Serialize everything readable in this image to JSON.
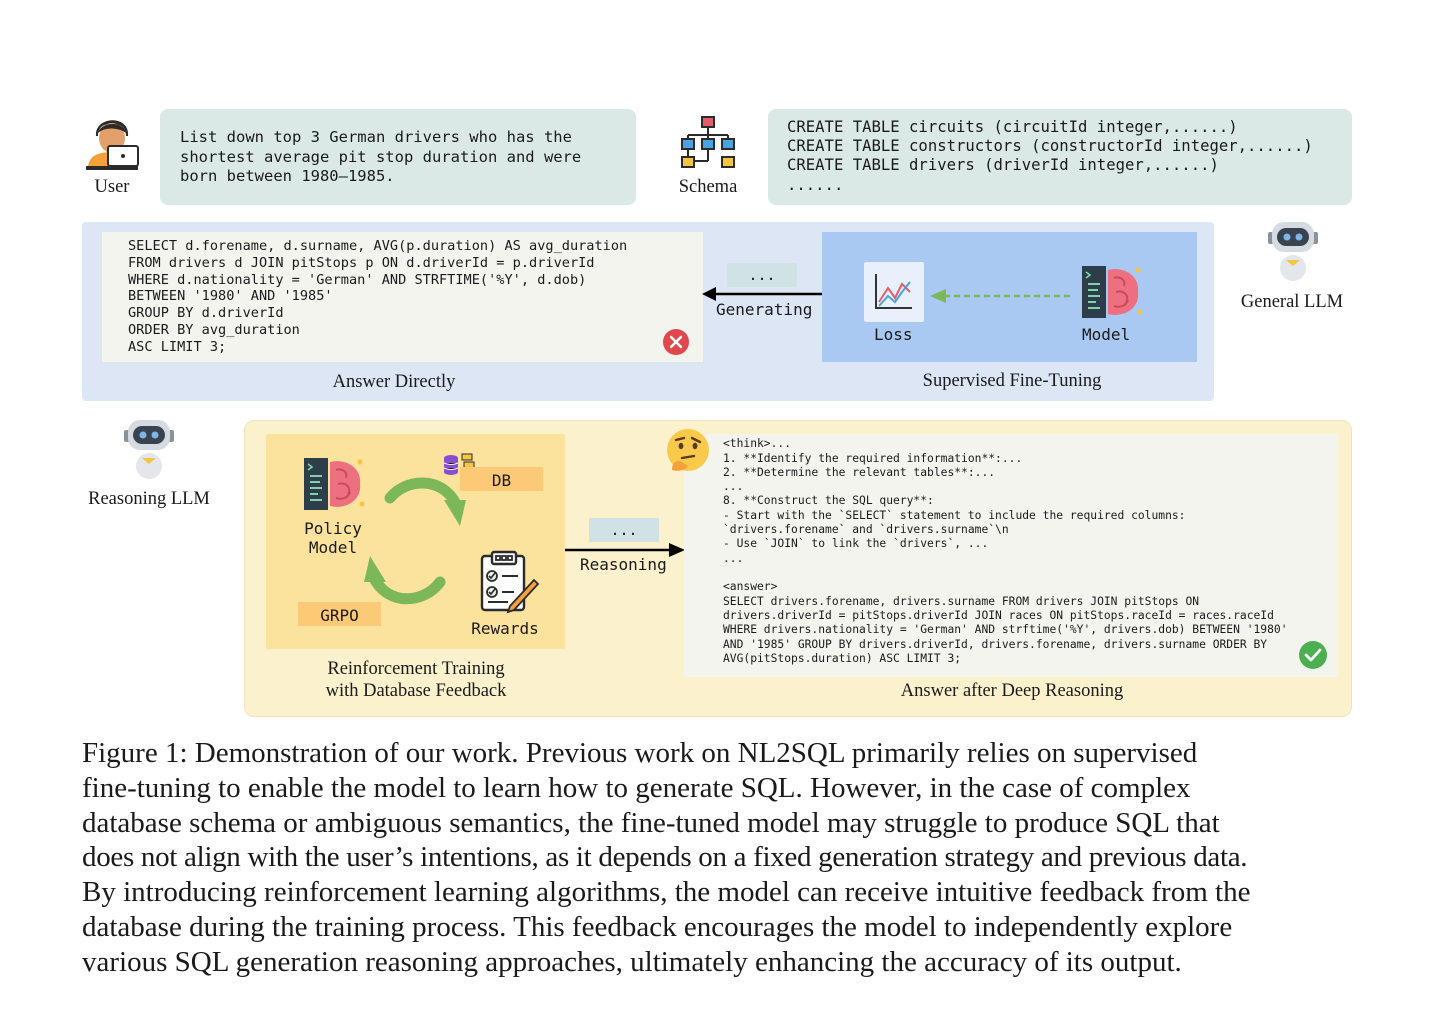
{
  "top": {
    "user_label": "User",
    "user_query": [
      "List down top 3 German drivers who has the",
      "shortest average pit stop duration and were",
      "born between 1980–1985."
    ],
    "schema_label": "Schema",
    "schema_lines": [
      "CREATE TABLE circuits (circuitId integer,......)",
      "CREATE TABLE constructors (constructorId integer,......)",
      "CREATE TABLE drivers (driverId integer,......)",
      "......"
    ]
  },
  "general": {
    "llm_label": "General LLM",
    "sql_lines": [
      "SELECT d.forename, d.surname, AVG(p.duration) AS avg_duration",
      "FROM drivers d JOIN pitStops p ON d.driverId = p.driverId",
      "WHERE d.nationality = 'German' AND STRFTIME('%Y', d.dob)",
      "BETWEEN '1980' AND '1985'",
      "GROUP BY d.driverId",
      "ORDER BY avg_duration",
      "ASC LIMIT 3;"
    ],
    "ellipsis": "...",
    "generating_label": "Generating",
    "loss_label": "Loss",
    "model_label": "Model",
    "answer_directly_label": "Answer Directly",
    "sft_label": "Supervised Fine-Tuning"
  },
  "reasoning": {
    "llm_label": "Reasoning LLM",
    "policy_model_label": [
      "Policy",
      "Model"
    ],
    "db_label": "DB",
    "grpo_label": "GRPO",
    "rewards_label": "Rewards",
    "ellipsis": "...",
    "reasoning_label": "Reasoning",
    "rl_caption": [
      "Reinforcement Training",
      "with Database Feedback"
    ],
    "answer_caption": "Answer after Deep Reasoning",
    "think_lines": [
      "<think>...",
      "1. **Identify the required information**:...",
      "2. **Determine the relevant tables**:...",
      "...",
      "8. **Construct the SQL query**:",
      "- Start with the `SELECT` statement to include the required columns:",
      "`drivers.forename` and `drivers.surname`\\n",
      "- Use `JOIN` to link the `drivers`, ...",
      "...",
      "",
      "<answer>",
      "SELECT drivers.forename, drivers.surname FROM drivers JOIN pitStops ON",
      "drivers.driverId = pitStops.driverId JOIN races ON pitStops.raceId = races.raceId",
      "WHERE drivers.nationality = 'German' AND strftime('%Y', drivers.dob) BETWEEN '1980'",
      "AND '1985' GROUP BY drivers.driverId, drivers.forename, drivers.surname ORDER BY",
      "AVG(pitStops.duration) ASC LIMIT 3;"
    ]
  },
  "caption_lines": [
    "Figure 1: Demonstration of our work. Previous work on NL2SQL primarily relies on supervised",
    "fine-tuning to enable the model to learn how to generate SQL. However, in the case of complex",
    "database schema or ambiguous semantics, the fine-tuned model may struggle to produce SQL that",
    "does not align with the user’s intentions, as it depends on a fixed generation strategy and previous data.",
    "By introducing reinforcement learning algorithms, the model can receive intuitive feedback from the",
    "database during the training process. This feedback encourages the model to independently explore",
    "various SQL generation reasoning approaches, ultimately enhancing the accuracy of its output."
  ],
  "colors": {
    "wrong": "#e0474c",
    "correct": "#4caf50",
    "arrow_green": "#7cb85a",
    "tag": "#fcc977"
  },
  "icons": [
    "user-icon",
    "schema-icon",
    "robot-icon",
    "loss-chart-icon",
    "brain-model-icon",
    "database-icon",
    "rewards-icon",
    "thinking-emoji-icon",
    "cross-icon",
    "check-icon"
  ]
}
